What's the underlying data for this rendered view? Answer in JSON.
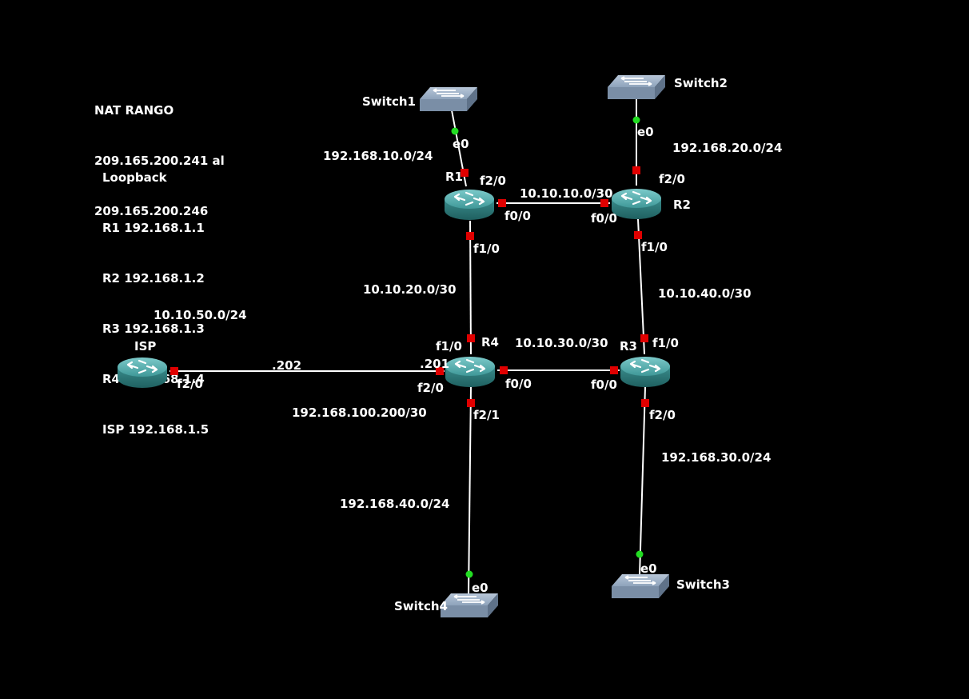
{
  "notes": {
    "nat": [
      "NAT RANGO",
      "209.165.200.241 al",
      "209.165.200.246"
    ],
    "loopback": [
      "Loopback",
      "R1 192.168.1.1",
      "R2 192.168.1.2",
      "R3 192.168.1.3",
      "R4 192.168.1.4",
      "ISP 192.168.1.5"
    ]
  },
  "devices": {
    "r1": "R1",
    "r2": "R2",
    "r3": "R3",
    "r4": "R4",
    "isp": "ISP",
    "switch1": "Switch1",
    "switch2": "Switch2",
    "switch3": "Switch3",
    "switch4": "Switch4"
  },
  "networks": {
    "lan1": "192.168.10.0/24",
    "lan2": "192.168.20.0/24",
    "lan3": "192.168.30.0/24",
    "lan4": "192.168.40.0/24",
    "r1_r2": "10.10.10.0/30",
    "r1_r4": "10.10.20.0/30",
    "r4_r3": "10.10.30.0/30",
    "r2_r3": "10.10.40.0/30",
    "isp_net": "10.10.50.0/24",
    "isp_r4": "192.168.100.200/30"
  },
  "ports": {
    "r1_f20": "f2/0",
    "r1_f00": "f0/0",
    "r1_f10": "f1/0",
    "r2_f20": "f2/0",
    "r2_f00": "f0/0",
    "r2_f10": "f1/0",
    "r3_f10": "f1/0",
    "r3_f00": "f0/0",
    "r3_f20": "f2/0",
    "r4_f10": "f1/0",
    "r4_f00": "f0/0",
    "r4_f20": "f2/0",
    "r4_f21": "f2/1",
    "isp_f20": "f2/0",
    "sw1_e0": "e0",
    "sw2_e0": "e0",
    "sw3_e0": "e0",
    "sw4_e0": "e0",
    "isp_addr": ".202",
    "r4_addr": ".201"
  },
  "colors": {
    "background": "#000000",
    "router_body": "#3f8f8f",
    "switch_body": "#7f97b0",
    "port_red": "#e00000",
    "port_green": "#22dd22"
  }
}
